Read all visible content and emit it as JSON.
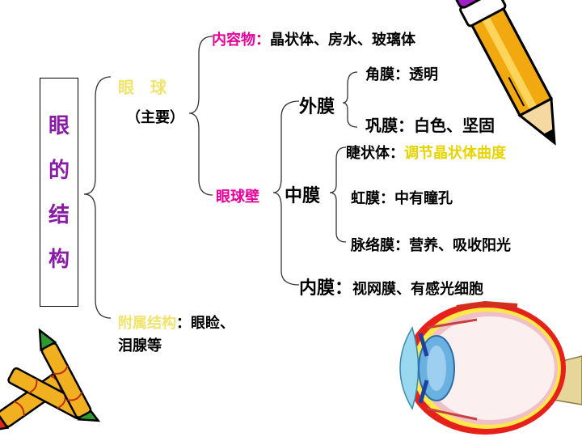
{
  "root": {
    "chars": [
      "眼",
      "的",
      "结",
      "构"
    ]
  },
  "eyeball": {
    "label": "眼　球",
    "note": "（主要）"
  },
  "contents": {
    "label": "内容物：",
    "text": "晶状体、房水、玻璃体"
  },
  "wall": {
    "label": "眼球壁"
  },
  "outer": {
    "label": "外膜",
    "cornea": "角膜：透明",
    "sclera": "巩膜：白色、坚固"
  },
  "middle": {
    "label": "中膜",
    "ciliary_label": "睫状体：",
    "ciliary_text": "调节晶状体曲度",
    "iris": "虹膜：中有瞳孔",
    "choroid": "脉络膜：营养、吸收阳光"
  },
  "inner": {
    "label": "内膜：",
    "text": "视网膜、有感光细胞"
  },
  "accessory": {
    "label": "附属结构",
    "text1": "：眼睑、",
    "text2": "泪腺等"
  },
  "colors": {
    "root_text": "#8a1aa8",
    "magenta": "#e8009a",
    "yellow": "#e8d400",
    "light_yellow": "#f1e36c"
  },
  "icons": [
    "pencil-clipart",
    "crayons-clipart",
    "eye-diagram-clipart"
  ]
}
